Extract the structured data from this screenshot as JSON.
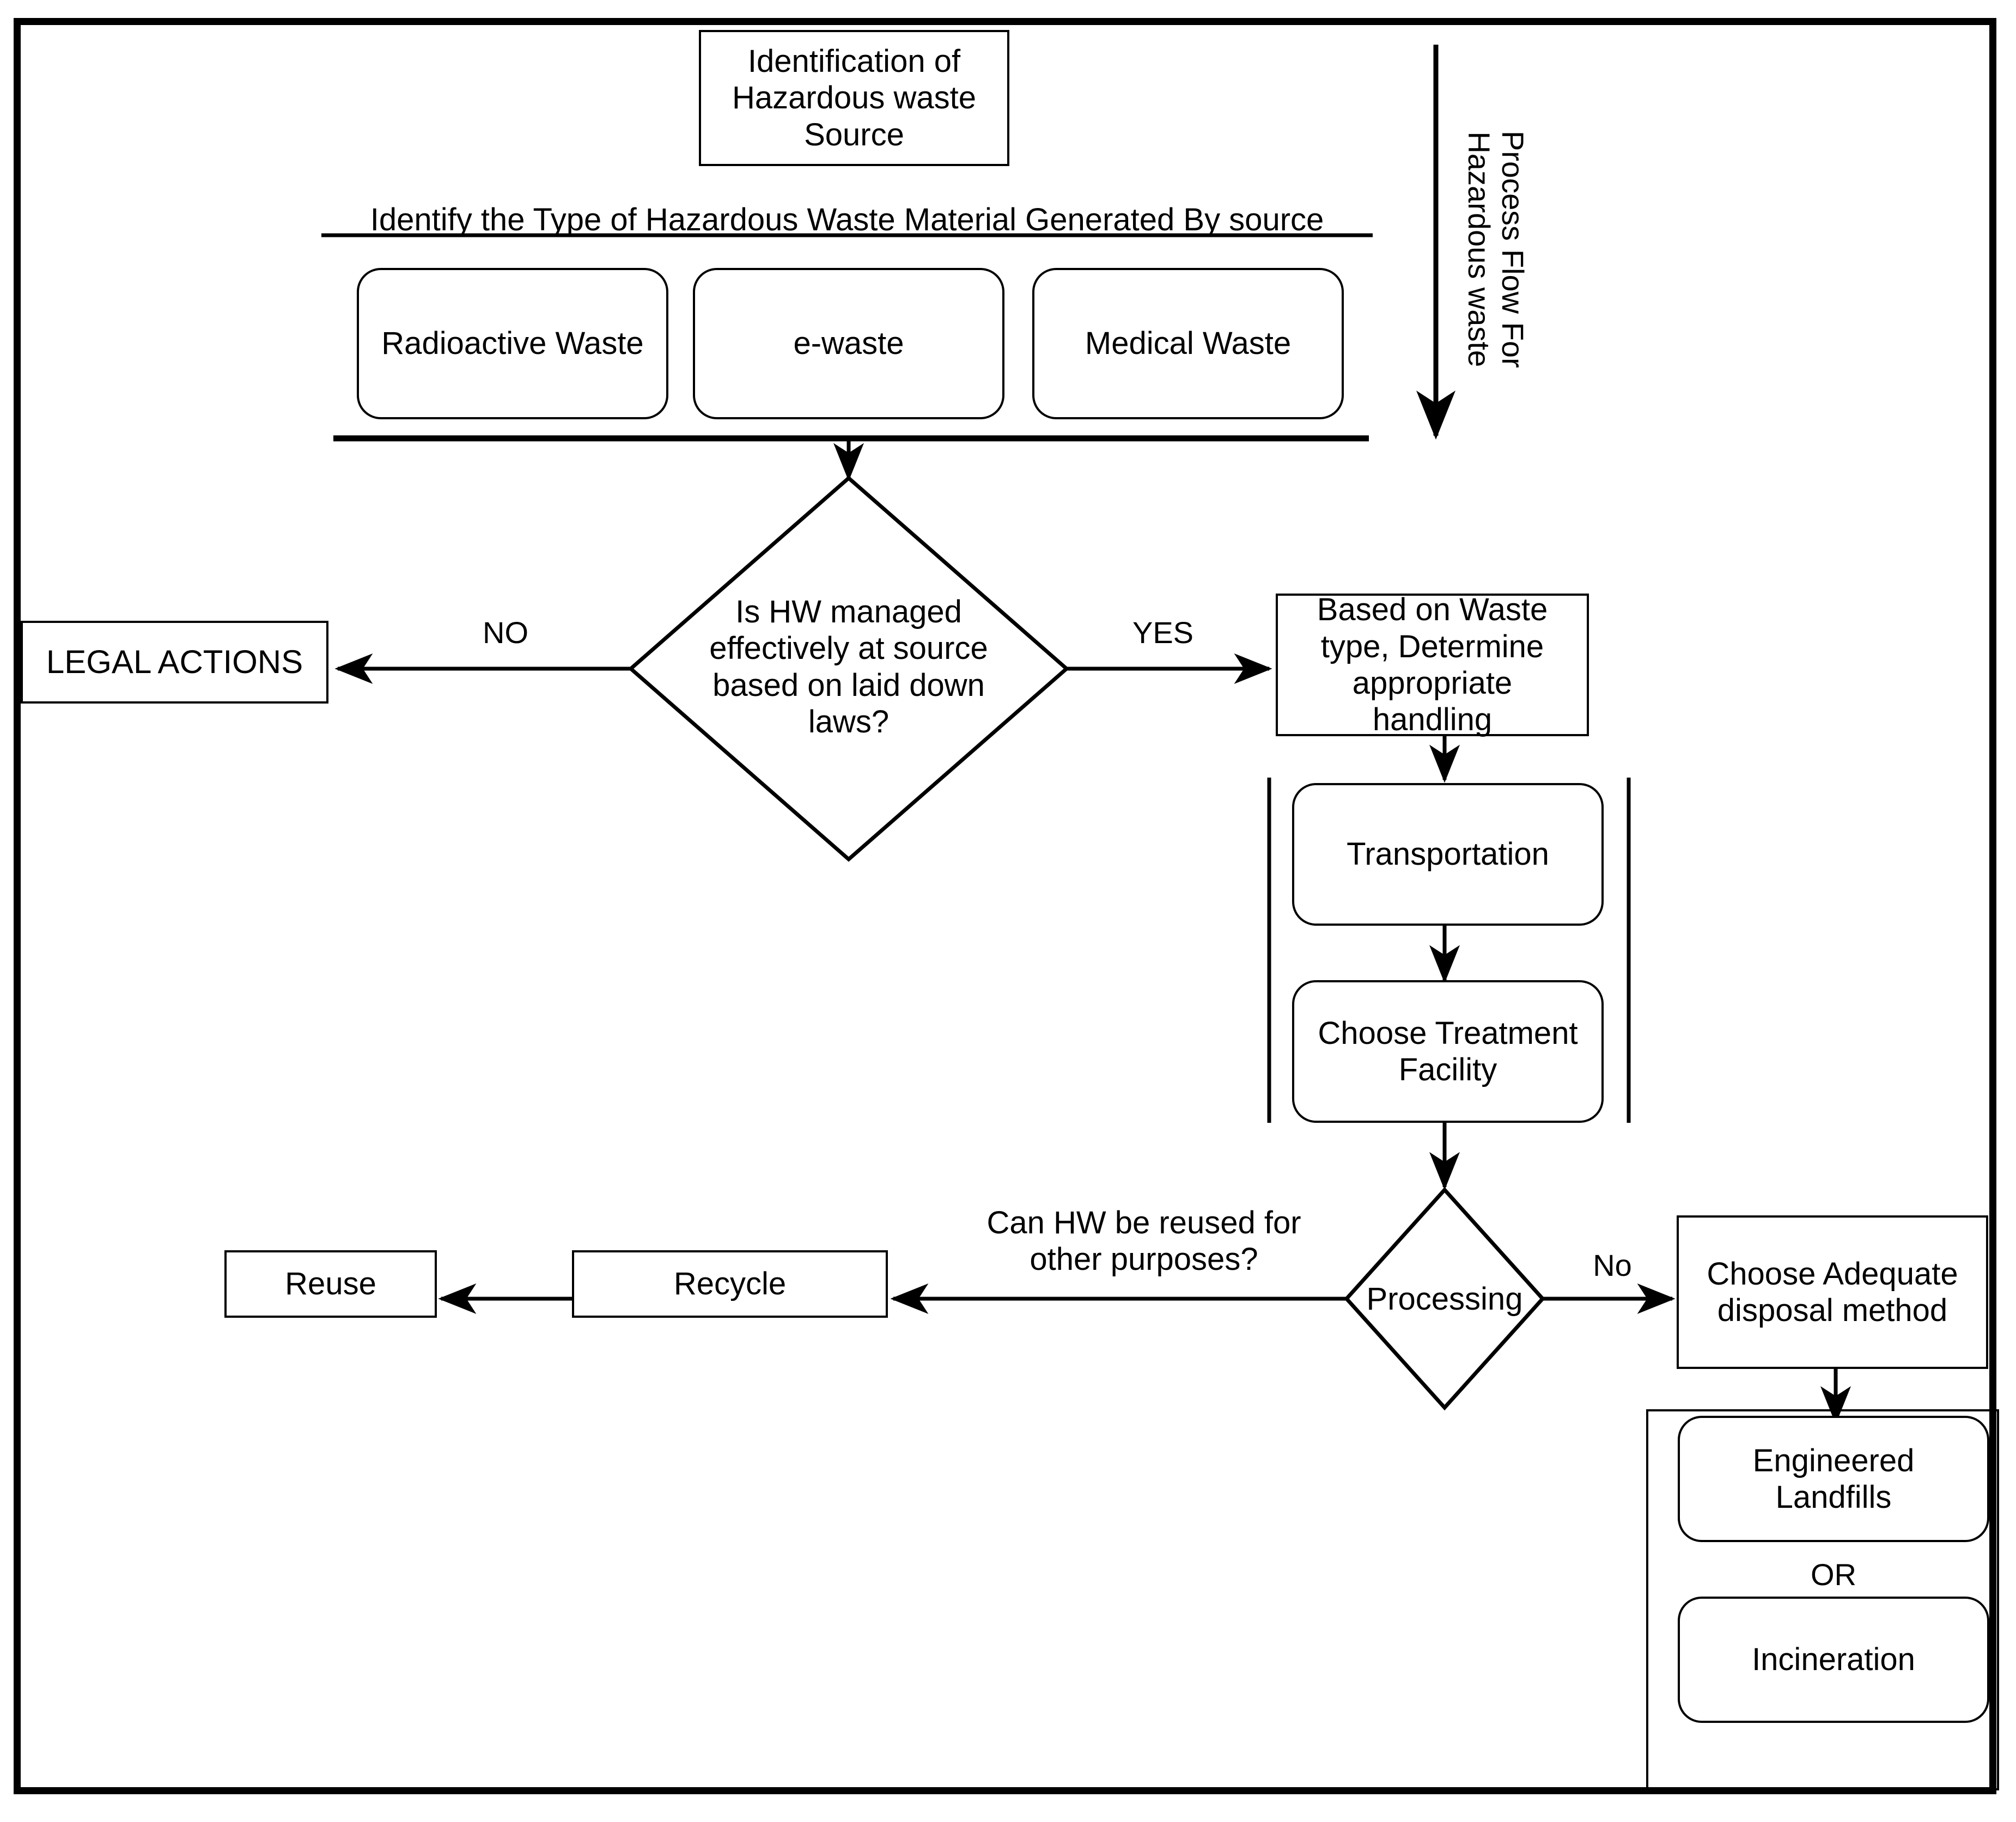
{
  "diagram": {
    "title_caption": "Process Flow For\nHazardous waste",
    "section_heading": "Identify the Type of Hazardous Waste Material Generated By source"
  },
  "nodes": {
    "identification": "Identification of\nHazardous waste\nSource",
    "radioactive_waste": "Radioactive Waste",
    "e_waste": "e-waste",
    "medical_waste": "Medical Waste",
    "decision_source": "Is HW managed\neffectively at source\nbased on laid down\nlaws?",
    "legal_actions": "LEGAL ACTIONS",
    "determine_handling": "Based on Waste\ntype, Determine\nappropriate\nhandling",
    "transportation": "Transportation",
    "treatment_facility": "Choose Treatment\nFacility",
    "processing": "Processing",
    "reuse_question": "Can HW be reused for\nother purposes?",
    "recycle": "Recycle",
    "reuse": "Reuse",
    "disposal_method": "Choose Adequate\ndisposal method",
    "engineered_landfills": "Engineered\nLandfills",
    "or_connector": "OR",
    "incineration": "Incineration"
  },
  "edge_labels": {
    "no_upper": "NO",
    "yes_upper": "YES",
    "no_lower": "No"
  },
  "colors": {
    "stroke": "#000000",
    "fill": "#ffffff"
  }
}
